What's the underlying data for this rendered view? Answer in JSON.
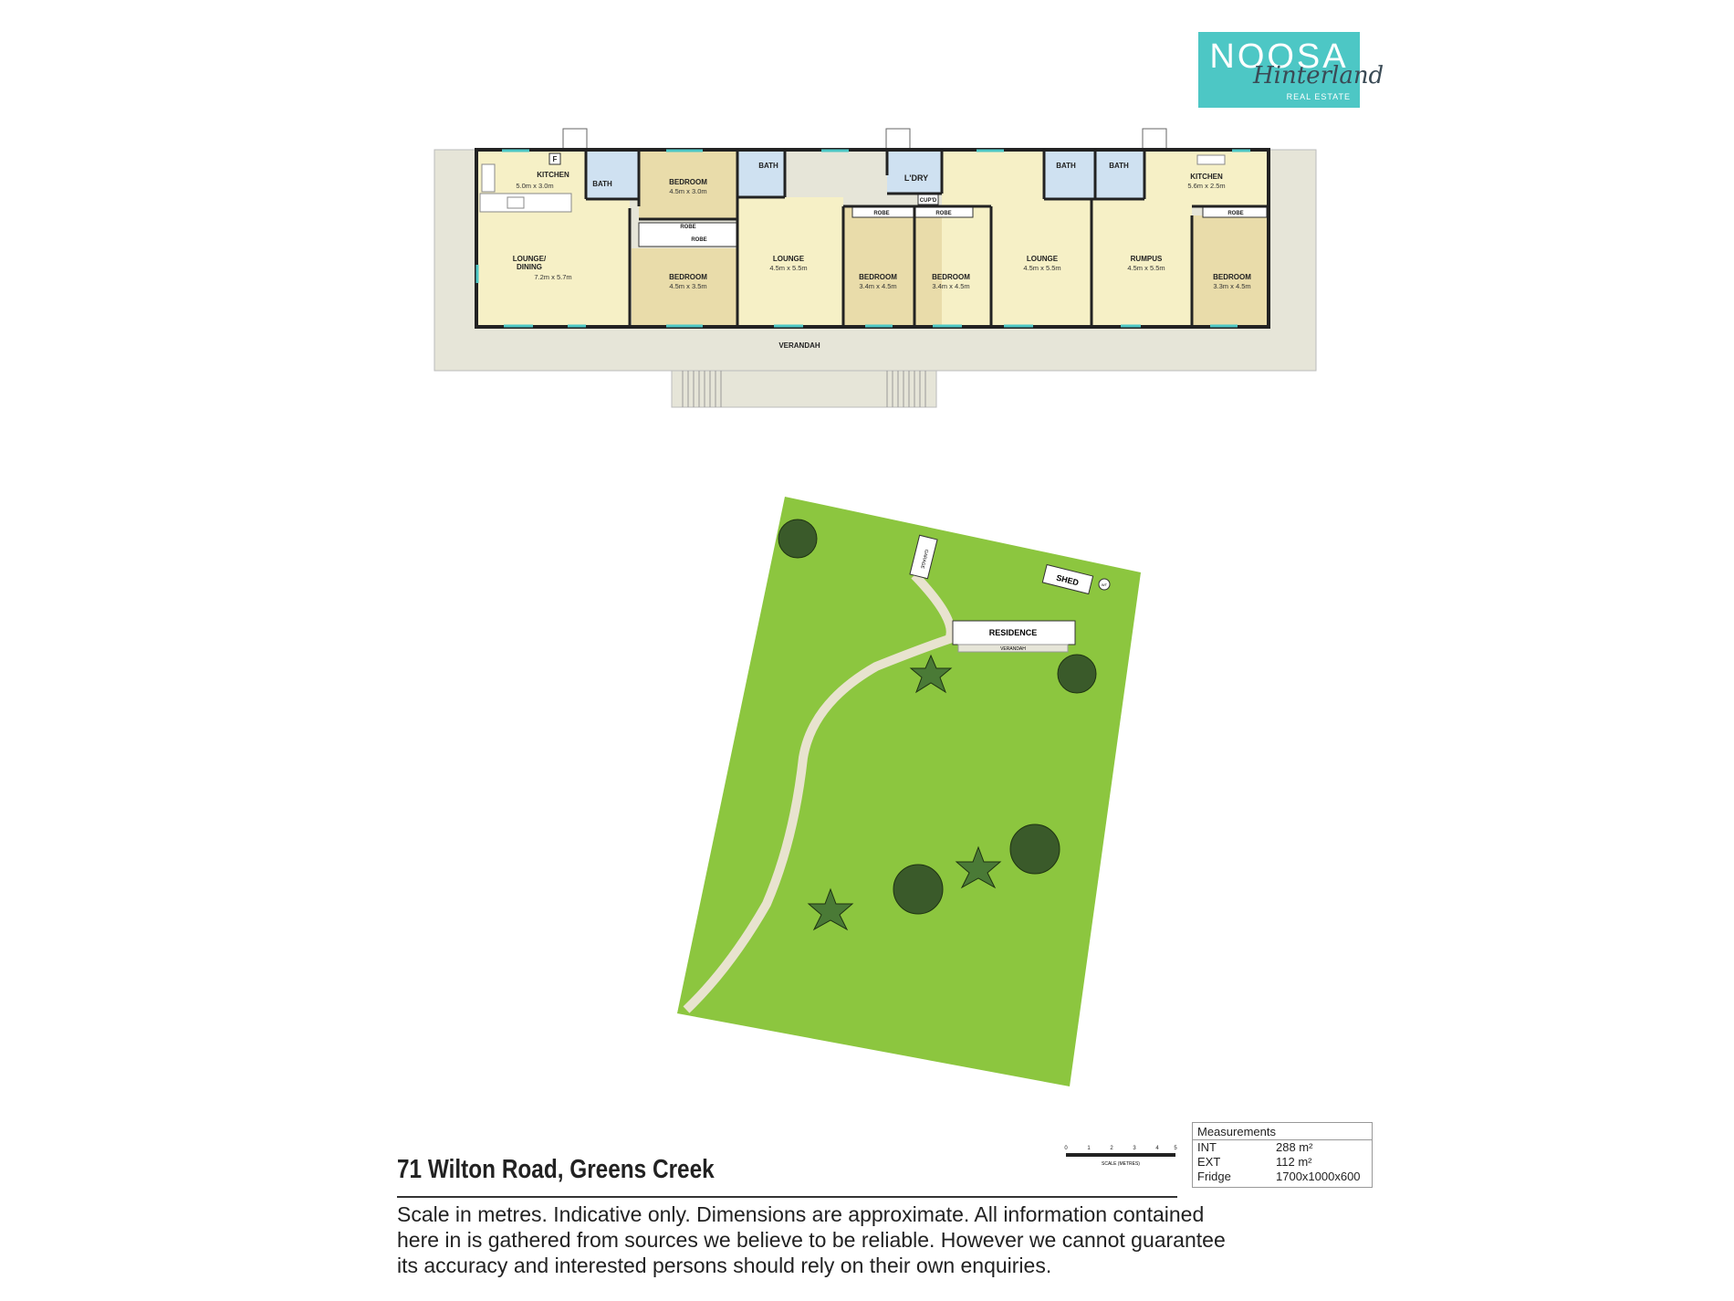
{
  "logo": {
    "line1": "NOOSA",
    "line2": "Hinterland",
    "line3": "REAL ESTATE"
  },
  "floorplan": {
    "rooms": {
      "kitchen1": {
        "name": "KITCHEN",
        "dim": "5.0m x 3.0m"
      },
      "lounge_dining": {
        "name1": "LOUNGE/",
        "name2": "DINING",
        "dim": "7.2m x 5.7m"
      },
      "bath1": "BATH",
      "bedroom1": {
        "name": "BEDROOM",
        "dim": "4.5m x 3.0m"
      },
      "robe1": "ROBE",
      "robe2": "ROBE",
      "bedroom2": {
        "name": "BEDROOM",
        "dim": "4.5m x 3.5m"
      },
      "bath2": "BATH",
      "lounge1": {
        "name": "LOUNGE",
        "dim": "4.5m x 5.5m"
      },
      "robe3": "ROBE",
      "bedroom3": {
        "name": "BEDROOM",
        "dim": "3.4m x 4.5m"
      },
      "laundry": "L'DRY",
      "cupboard": "CUP'D",
      "robe4": "ROBE",
      "bedroom4": {
        "name": "BEDROOM",
        "dim": "3.4m x 4.5m"
      },
      "lounge2": {
        "name": "LOUNGE",
        "dim": "4.5m x 5.5m"
      },
      "bath3": "BATH",
      "bath4": "BATH",
      "rumpus": {
        "name": "RUMPUS",
        "dim": "4.5m x 5.5m"
      },
      "kitchen2": {
        "name": "KITCHEN",
        "dim": "5.6m x 2.5m"
      },
      "robe5": "ROBE",
      "bedroom5": {
        "name": "BEDROOM",
        "dim": "3.3m x 4.5m"
      },
      "verandah": "VERANDAH",
      "fridge_mark": "F"
    }
  },
  "siteplan": {
    "garage": "GARAGE",
    "shed": "SHED",
    "water_tank": "WT",
    "residence": "RESIDENCE",
    "verandah": "VERANDAH"
  },
  "scale": {
    "ticks": [
      "0",
      "1",
      "2",
      "3",
      "4",
      "5"
    ],
    "label": "SCALE (METRES)"
  },
  "address": "71 Wilton Road, Greens Creek",
  "disclaimer": "Scale in metres. Indicative only. Dimensions are approximate. All information contained here in is gathered from sources we believe to be reliable. However we cannot guarantee its accuracy and interested persons should rely on their own enquiries.",
  "measurements": {
    "title": "Measurements",
    "rows": [
      {
        "label": "INT",
        "value": "288 m²"
      },
      {
        "label": "EXT",
        "value": "112 m²"
      },
      {
        "label": "Fridge",
        "value": "1700x1000x600"
      }
    ]
  },
  "colors": {
    "logo_bg": "#4dc7c5",
    "living": "#f6f0c6",
    "bedroom": "#e9dcaa",
    "wet_area": "#cfe1f1",
    "verandah": "#e6e5d8",
    "lawn": "#8cc63f",
    "path": "#e8e3cf"
  }
}
